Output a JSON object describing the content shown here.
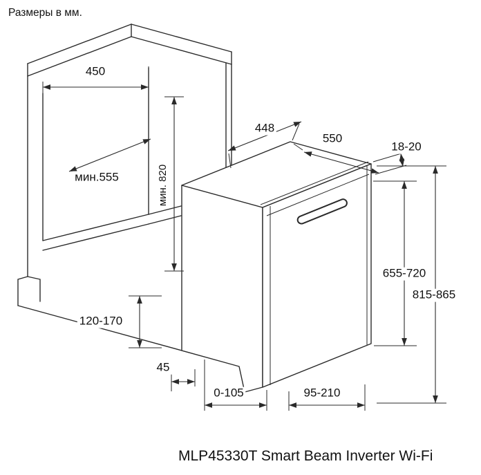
{
  "page": {
    "units_label": "Размеры в мм.",
    "model_caption": "MLP45330T Smart Beam Inverter Wi-Fi"
  },
  "dimensions": {
    "niche_width": "450",
    "niche_depth_min": "мин.555",
    "niche_height_min": "мин. 820",
    "appliance_width": "448",
    "appliance_depth": "550",
    "facade_thickness": "18-20",
    "facade_height": "655-720",
    "overall_height": "815-865",
    "plinth_height": "120-170",
    "plinth_min_recess": "45",
    "facade_bottom_range": "0-105",
    "plinth_recess_range": "95-210"
  }
}
